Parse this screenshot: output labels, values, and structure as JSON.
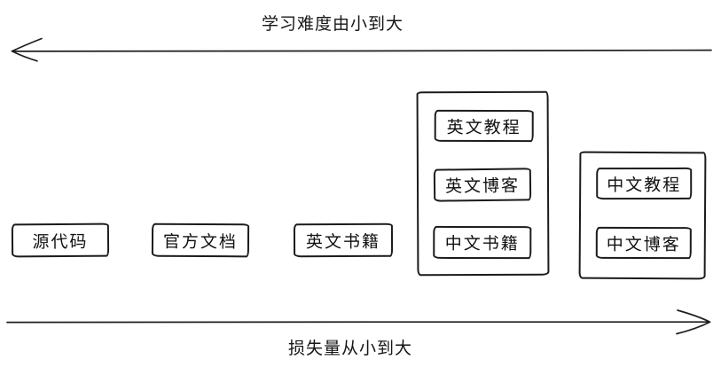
{
  "diagram": {
    "top_axis": {
      "label": "学习难度由小到大",
      "direction": "left"
    },
    "bottom_axis": {
      "label": "损失量从小到大",
      "direction": "right"
    },
    "boxes": [
      {
        "label": "源代码"
      },
      {
        "label": "官方文档"
      },
      {
        "label": "英文书籍"
      }
    ],
    "groups": [
      {
        "items": [
          {
            "label": "英文教程"
          },
          {
            "label": "英文博客"
          },
          {
            "label": "中文书籍"
          }
        ]
      },
      {
        "items": [
          {
            "label": "中文教程"
          },
          {
            "label": "中文博客"
          }
        ]
      }
    ],
    "colors": {
      "stroke": "#1b1b1b",
      "background": "#ffffff",
      "text": "#111111"
    }
  }
}
